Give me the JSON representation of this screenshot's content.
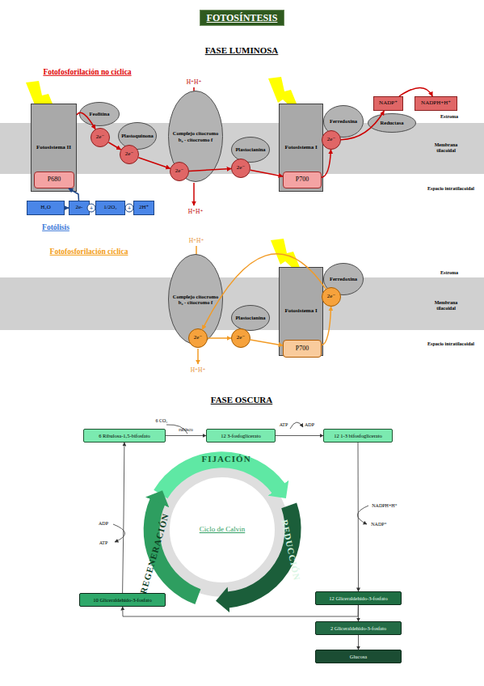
{
  "diagram": {
    "title": "FOTOSÍNTESIS",
    "nodes": [
      {
        "text": [
          "Fotosistema II"
        ]
      },
      {
        "text": [
          "P680"
        ],
        "in": 0
      },
      {
        "text": [
          "Feofitina"
        ]
      },
      {
        "text": [
          "2e⁻"
        ]
      },
      {
        "text": [
          "Plastoquinona"
        ]
      },
      {
        "text": [
          "2e⁻"
        ]
      },
      {
        "text": [
          "Complejo citocromo b₆ - citocromo f"
        ]
      },
      {
        "text": [
          "2e⁻"
        ]
      },
      {
        "text": [
          "Plastocianina"
        ]
      },
      {
        "text": [
          "2e⁻"
        ]
      },
      {
        "text": [
          "Fotosistema I"
        ]
      },
      {
        "text": [
          "P700"
        ],
        "in": 10
      },
      {
        "text": [
          "Ferredoxina"
        ]
      },
      {
        "text": [
          "2e⁻"
        ]
      },
      {
        "text": [
          "Reductasa"
        ]
      },
      {
        "text": [
          "NADP⁺"
        ]
      },
      {
        "text": [
          "NADPH+H⁺"
        ]
      },
      {
        "text": [
          "H₂O"
        ]
      },
      {
        "text": [
          "2e-"
        ]
      },
      {
        "text": [
          "1/2O₂"
        ]
      },
      {
        "text": [
          "2H⁺"
        ]
      },
      {
        "text": [
          "Complejo citocromo b₆ - citocromo f"
        ]
      },
      {
        "text": [
          "2e⁻"
        ]
      },
      {
        "text": [
          "Plastocianina"
        ]
      },
      {
        "text": [
          "2e⁻"
        ]
      },
      {
        "text": [
          "Fotosistema I"
        ]
      },
      {
        "text": [
          "P700"
        ],
        "in": 25
      },
      {
        "text": [
          "Ferredoxina"
        ]
      },
      {
        "text": [
          "2e⁻"
        ]
      },
      {
        "text": [
          "6 Ribulosa-1,5-bifosfato"
        ]
      },
      {
        "text": [
          "12 3-fosfoglicerato"
        ]
      },
      {
        "text": [
          "12 1-3 bifosfoglicerato"
        ]
      },
      {
        "text": [
          "12 Gliceraldehído-3-fosfato"
        ]
      },
      {
        "text": [
          "10 Gliceraldehído-3-fosfato"
        ]
      },
      {
        "text": [
          "2 Gliceraldehído-3-fosfato"
        ]
      },
      {
        "text": [
          "Glucosa"
        ]
      }
    ],
    "edges": [
      {
        "from": 0,
        "to": 3,
        "arrow": "to"
      },
      {
        "from": 3,
        "to": 5,
        "arrow": "to"
      },
      {
        "from": 5,
        "to": 7,
        "arrow": "to"
      },
      {
        "from": 7,
        "to": 9,
        "arrow": "to"
      },
      {
        "from": 9,
        "to": 11,
        "arrow": "to"
      },
      {
        "from": 11,
        "to": 13,
        "arrow": "to"
      },
      {
        "from": 13,
        "to": 15,
        "arrow": "to"
      },
      {
        "from": 15,
        "to": 16,
        "arrow": "to"
      },
      {
        "from": 17,
        "to": 18,
        "arrow": "to"
      },
      {
        "from": 18,
        "to": 19,
        "arrow": "none"
      },
      {
        "from": 19,
        "to": 20,
        "arrow": "none"
      },
      {
        "from": 18,
        "to": 1,
        "arrow": "to"
      },
      {
        "from": 22,
        "to": 24,
        "arrow": "to"
      },
      {
        "from": 24,
        "to": 26,
        "arrow": "to"
      },
      {
        "from": 26,
        "to": 28,
        "arrow": "to"
      },
      {
        "from": 28,
        "to": 22,
        "arrow": "to"
      },
      {
        "from": 29,
        "to": 30,
        "arrow": "to",
        "label": "rubisco"
      },
      {
        "from": 30,
        "to": 31,
        "arrow": "to"
      },
      {
        "from": 31,
        "to": 32,
        "arrow": "to"
      },
      {
        "from": 32,
        "to": 34,
        "arrow": "to"
      },
      {
        "from": 34,
        "to": 35,
        "arrow": "to"
      },
      {
        "from": 32,
        "to": 33,
        "arrow": "to"
      },
      {
        "from": 33,
        "to": 29,
        "arrow": "to"
      }
    ],
    "labels": [
      "FASE LUMINOSA",
      "Fotofosforilación no cíclica",
      "H⁺H⁺",
      "Estroma",
      "Membrana tilacoidal",
      "H⁺H⁺",
      "Espacio intratilacoidal",
      "+",
      "+",
      "Fotólisis",
      "Fotofosforilación cíclica",
      "H⁺H⁺",
      "Estroma",
      "Membrana tilacoidal",
      "H⁺H⁺",
      "Espacio intratilacoidal",
      "FASE OSCURA",
      "6 CO₂",
      "ATP",
      "ADP",
      "NADPH+H⁺",
      "NADP⁺",
      "ADP",
      "ATP",
      "FIJACIÓN",
      "REDUCCIÓN",
      "REGENERACIÓN",
      "Ciclo de Calvin"
    ]
  }
}
